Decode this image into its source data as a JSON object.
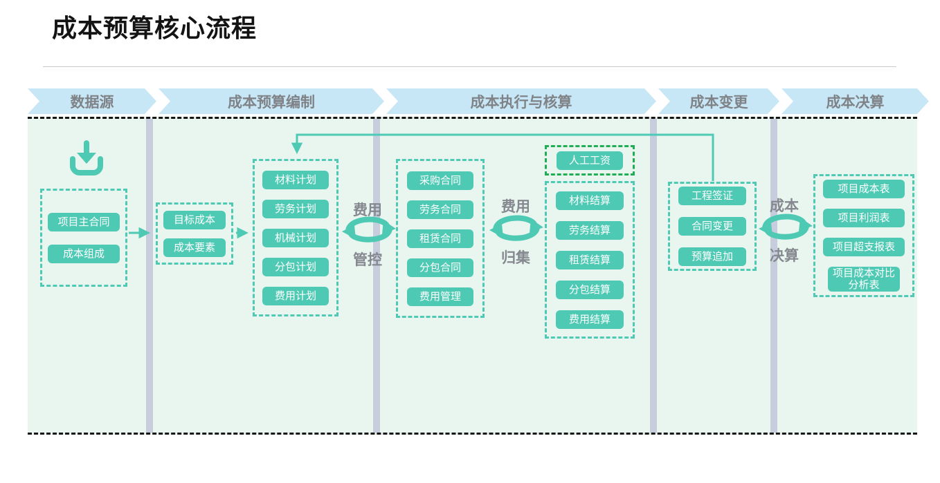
{
  "title": "成本预算核心流程",
  "phases": [
    "数据源",
    "成本预算编制",
    "成本执行与核算",
    "成本变更",
    "成本决算"
  ],
  "lanes": {
    "source_box": [
      "项目主合同",
      "成本组成"
    ],
    "target_box": [
      "目标成本",
      "成本要素"
    ],
    "plan_box": [
      "材料计划",
      "劳务计划",
      "机械计划",
      "分包计划",
      "费用计划"
    ],
    "contract_box": [
      "采购合同",
      "劳务合同",
      "租赁合同",
      "分包合同",
      "费用管理"
    ],
    "labor_box": [
      "人工工资"
    ],
    "settle_box": [
      "材料结算",
      "劳务结算",
      "租赁结算",
      "分包结算",
      "费用结算"
    ],
    "change_box": [
      "工程签证",
      "合同变更",
      "预算追加"
    ],
    "report_box": [
      "项目成本表",
      "项目利润表",
      "项目超支报表",
      "项目成本对比分析表"
    ]
  },
  "cycles": {
    "control": {
      "top": "费用",
      "bottom": "管控"
    },
    "collect": {
      "top": "费用",
      "bottom": "归集"
    },
    "final": {
      "top": "成本",
      "bottom": "决算"
    }
  },
  "icons": {
    "download": "download-icon",
    "cycle": "cycle-arrows-icon",
    "arrow": "arrow-right-icon"
  },
  "colors": {
    "teal": "#4ecab4",
    "green_dash": "#1fae53",
    "header_blue": "#c8e7f6",
    "gray_text": "#85898f",
    "body_bg": "#e9f5ef",
    "separator": "#c7cddd",
    "dash_black": "#151515"
  }
}
